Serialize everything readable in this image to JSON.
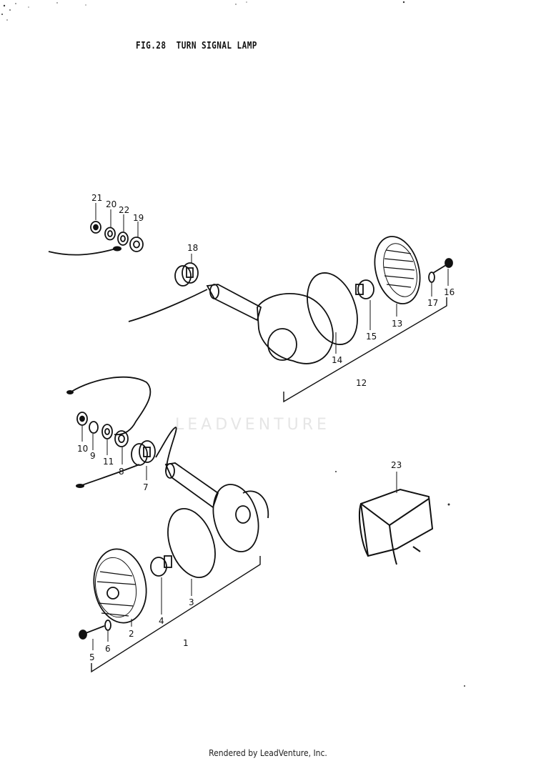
{
  "figure": {
    "title": "FIG.28  TURN SIGNAL LAMP"
  },
  "callouts": {
    "upper": [
      "21",
      "20",
      "22",
      "19",
      "18",
      "14",
      "15",
      "13",
      "17",
      "16",
      "12"
    ],
    "lower": [
      "10",
      "9",
      "11",
      "8",
      "7",
      "3",
      "4",
      "2",
      "5",
      "6",
      "1"
    ],
    "relay": "23"
  },
  "watermark": "LEADVENTURE",
  "footer": "Rendered by LeadVenture, Inc."
}
